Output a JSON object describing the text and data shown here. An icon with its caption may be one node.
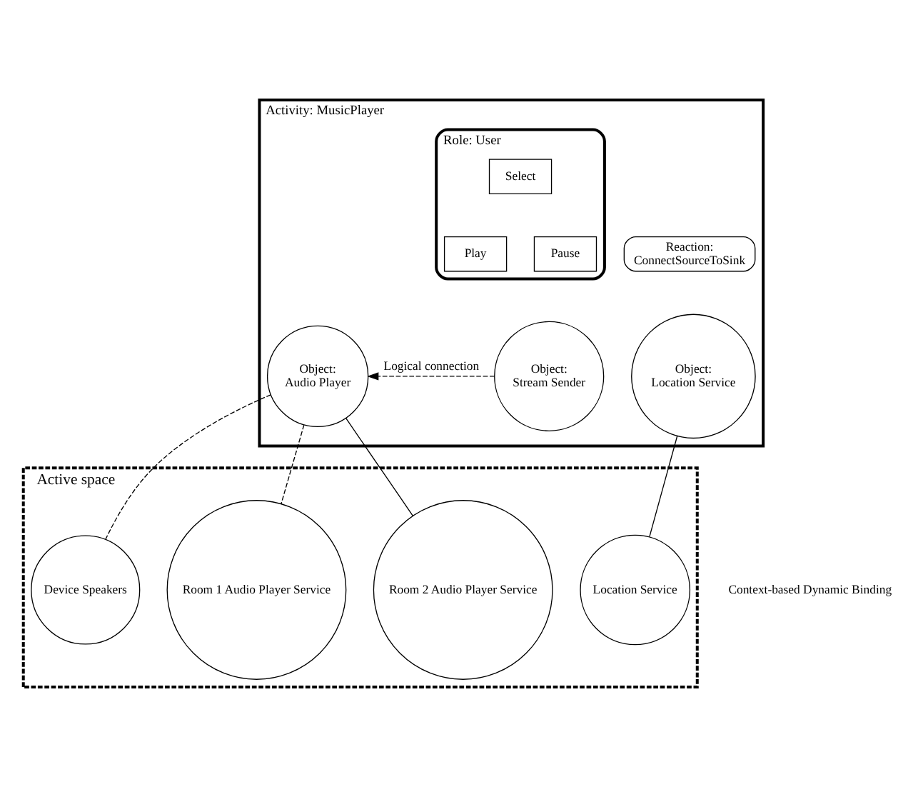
{
  "diagram": {
    "nodes": [
      {
        "text": [
          "Activity: MusicPlayer"
        ]
      },
      {
        "text": [
          "Role: User"
        ],
        "in": 0
      },
      {
        "text": [
          "Select"
        ],
        "in": 1
      },
      {
        "text": [
          "Play"
        ],
        "in": 1
      },
      {
        "text": [
          "Pause"
        ],
        "in": 1
      },
      {
        "text": [
          "Reaction:",
          "ConnectSourceToSink"
        ],
        "in": 0
      },
      {
        "text": [
          "Object:",
          "Stream Sender"
        ],
        "in": 0
      },
      {
        "text": [
          "Object:",
          "Audio Player"
        ],
        "in": 0
      },
      {
        "text": [
          "Object:",
          "Location Service"
        ],
        "in": 0
      },
      {
        "text": [
          "Active space"
        ]
      },
      {
        "text": [
          "Room 1 Audio Player Service"
        ],
        "in": 9
      },
      {
        "text": [
          "Room 2 Audio Player Service"
        ],
        "in": 9
      },
      {
        "text": [
          "Device Speakers"
        ],
        "in": 9
      },
      {
        "text": [
          "Location Service"
        ],
        "in": 9
      }
    ],
    "edges": [
      {
        "from": 6,
        "to": 7,
        "arrow": "to",
        "style": "dashed",
        "label": "Logical connection"
      },
      {
        "from": 7,
        "to": 10,
        "arrow": "none",
        "style": "dashed"
      },
      {
        "from": 7,
        "to": 11,
        "arrow": "none"
      },
      {
        "from": 7,
        "to": 12,
        "arrow": "none",
        "style": "dashed"
      },
      {
        "from": 8,
        "to": 13,
        "arrow": "none"
      }
    ],
    "labels": [
      "Context-based Dynamic Binding"
    ]
  }
}
